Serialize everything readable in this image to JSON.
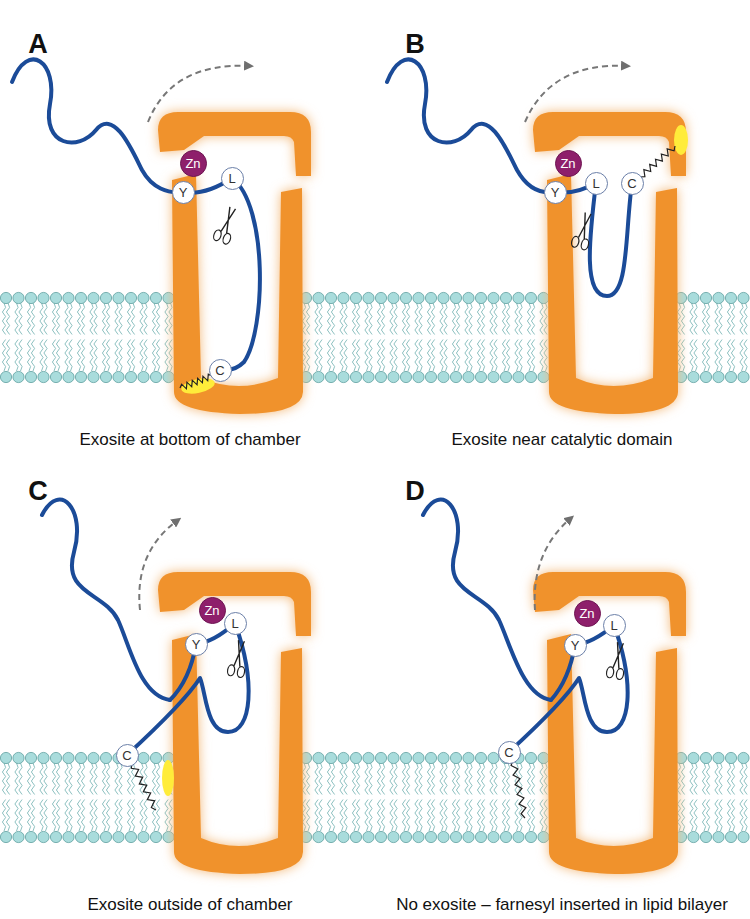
{
  "diagram": {
    "nodes": [
      {
        "text": [
          "Zn"
        ]
      },
      {
        "text": [
          "Y"
        ]
      },
      {
        "text": [
          "L"
        ]
      },
      {
        "text": [
          "C"
        ]
      },
      {
        "text": [
          "Zn"
        ]
      },
      {
        "text": [
          "Y"
        ]
      },
      {
        "text": [
          "L"
        ]
      },
      {
        "text": [
          "C"
        ]
      },
      {
        "text": [
          "Zn"
        ]
      },
      {
        "text": [
          "Y"
        ]
      },
      {
        "text": [
          "L"
        ]
      },
      {
        "text": [
          "C"
        ]
      },
      {
        "text": [
          "Zn"
        ]
      },
      {
        "text": [
          "Y"
        ]
      },
      {
        "text": [
          "L"
        ]
      },
      {
        "text": [
          "C"
        ]
      }
    ],
    "labels": [
      "A",
      "B",
      "Exosite at bottom of chamber",
      "Exosite near catalytic domain",
      "C",
      "D",
      "Exosite outside of chamber",
      "No exosite – farnesyl inserted in lipid bilayer"
    ]
  }
}
